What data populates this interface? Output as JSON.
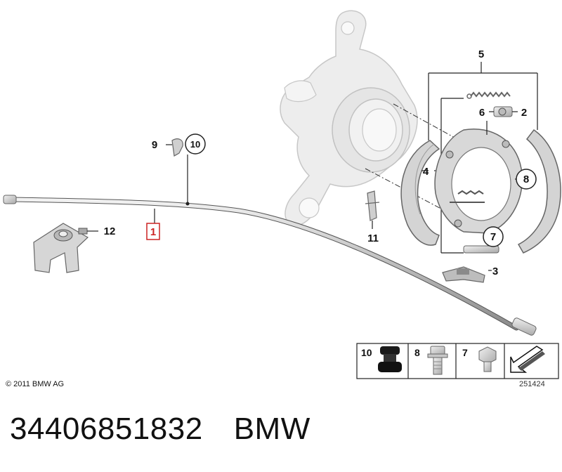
{
  "callouts": {
    "c1": "1",
    "c2": "2",
    "c3": "3",
    "c4": "4",
    "c5": "5",
    "c6": "6",
    "c7": "7",
    "c8": "8",
    "c9": "9",
    "c10": "10",
    "c11": "11",
    "c12": "12"
  },
  "legend": {
    "item10": "10",
    "item8": "8",
    "item7": "7"
  },
  "copyright": "© 2011 BMW AG",
  "drawing_number": "251424",
  "caption": {
    "part_number": "34406851832",
    "brand": "BMW"
  },
  "colors": {
    "highlight": "#cc2222",
    "line": "#222222",
    "part_fill": "#d9d9d9",
    "part_stroke": "#777777"
  }
}
